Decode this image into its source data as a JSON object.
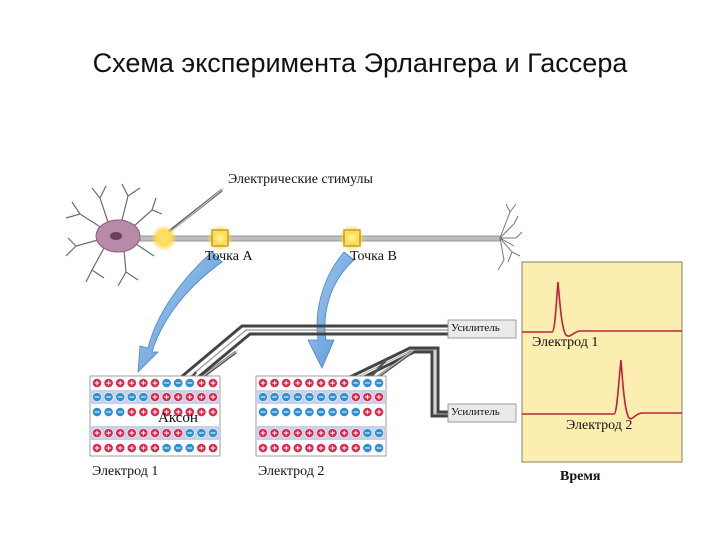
{
  "title": "Схема эксперимента Эрлангера и Гассера",
  "labels": {
    "stimuli": "Электрические стимулы",
    "point_a": "Точка А",
    "point_b": "Точка В",
    "amplifier_1": "Усилитель",
    "amplifier_2": "Усилитель",
    "trace_1": "Электрод 1",
    "trace_2": "Электрод 2",
    "time": "Время",
    "axon": "Аксон",
    "electrode_1": "Электрод 1",
    "electrode_2": "Электрод 2"
  },
  "colors": {
    "neuron": "#b98aa8",
    "axon": "#9a9a9a",
    "recording_panel": "#fbeeb0",
    "trace": "#c0213a",
    "arrow": "#7fb2e3",
    "positive_ion": "#d7274b",
    "negative_ion": "#2f8fd0",
    "membrane_band": "#c8cfe8"
  }
}
